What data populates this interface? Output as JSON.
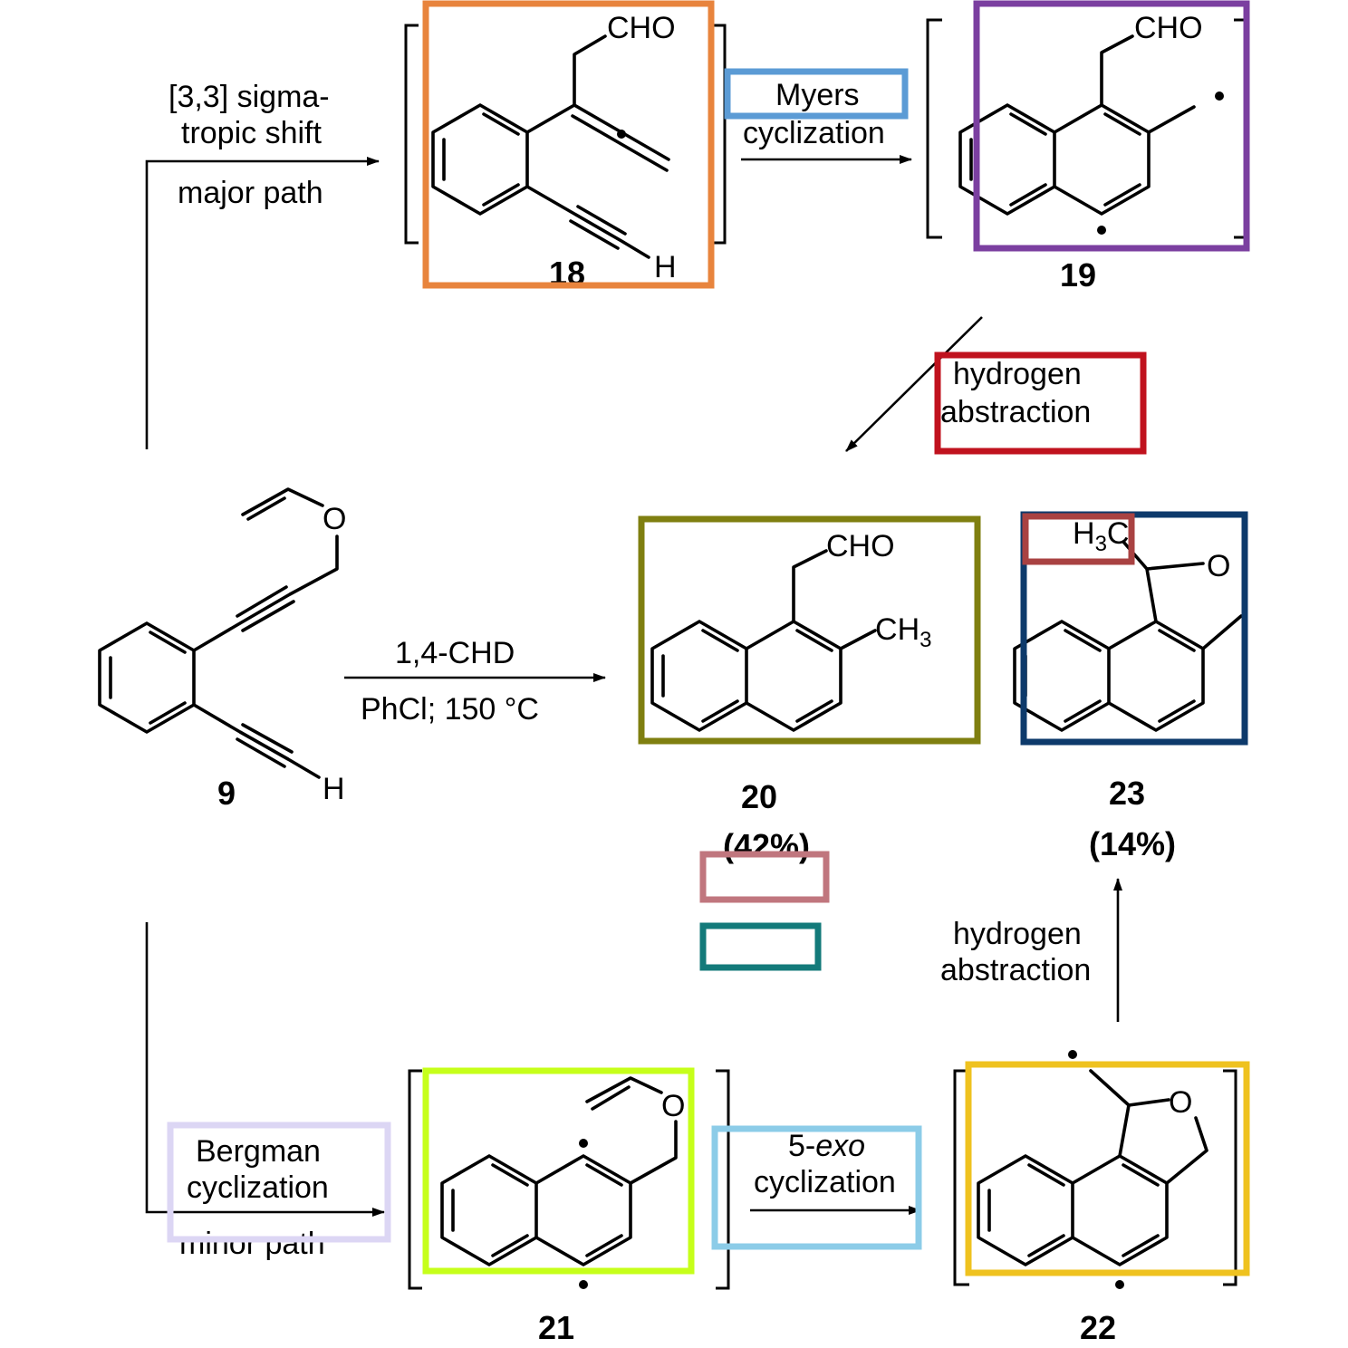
{
  "scheme": {
    "compounds": {
      "c9": {
        "label": "9",
        "atoms": {
          "o": "O",
          "h": "H"
        }
      },
      "c18": {
        "label": "18",
        "atoms": {
          "cho": "CHO",
          "h": "H"
        }
      },
      "c19": {
        "label": "19",
        "atoms": {
          "cho": "CHO"
        }
      },
      "c20": {
        "label": "20",
        "yield": "(42%)",
        "atoms": {
          "cho": "CHO",
          "ch3": "CH3"
        }
      },
      "c21": {
        "label": "21",
        "atoms": {
          "o": "O"
        }
      },
      "c22": {
        "label": "22",
        "atoms": {
          "o": "O"
        }
      },
      "c23": {
        "label": "23",
        "yield": "(14%)",
        "atoms": {
          "h3c": "H3C",
          "o": "O"
        }
      }
    },
    "steps": {
      "sigmatropic": {
        "line1": "[3,3] sigma-",
        "line2": "tropic shift",
        "path": "major path"
      },
      "myers": {
        "line1": "Myers",
        "line2": "cyclization"
      },
      "hydrogen1": {
        "line1": "hydrogen",
        "line2": "abstraction"
      },
      "conditions": {
        "reagent": "1,4-CHD",
        "solvent": "PhCl; 150 °C"
      },
      "bergman": {
        "line1": "Bergman",
        "line2": "cyclization",
        "path": "minor path"
      },
      "exo": {
        "prefix": "5-",
        "italic": "exo",
        "line2": "cyclization"
      },
      "hydrogen2": {
        "line1": "hydrogen",
        "line2": "abstraction"
      }
    },
    "highlight_colors": {
      "c18": "#E8843D",
      "myers": "#5B9BD5",
      "c19": "#7B3FA0",
      "hydrogen1": "#C0121E",
      "c20": "#7F7F10",
      "c23": "#0D3A6B",
      "h3c": "#A94242",
      "yield20": "#C0767E",
      "empty_box": "#137A7A",
      "bergman": "#DCD6F4",
      "c21": "#C6FF1A",
      "exo": "#8CCCE8",
      "c22": "#EFC21F"
    }
  }
}
